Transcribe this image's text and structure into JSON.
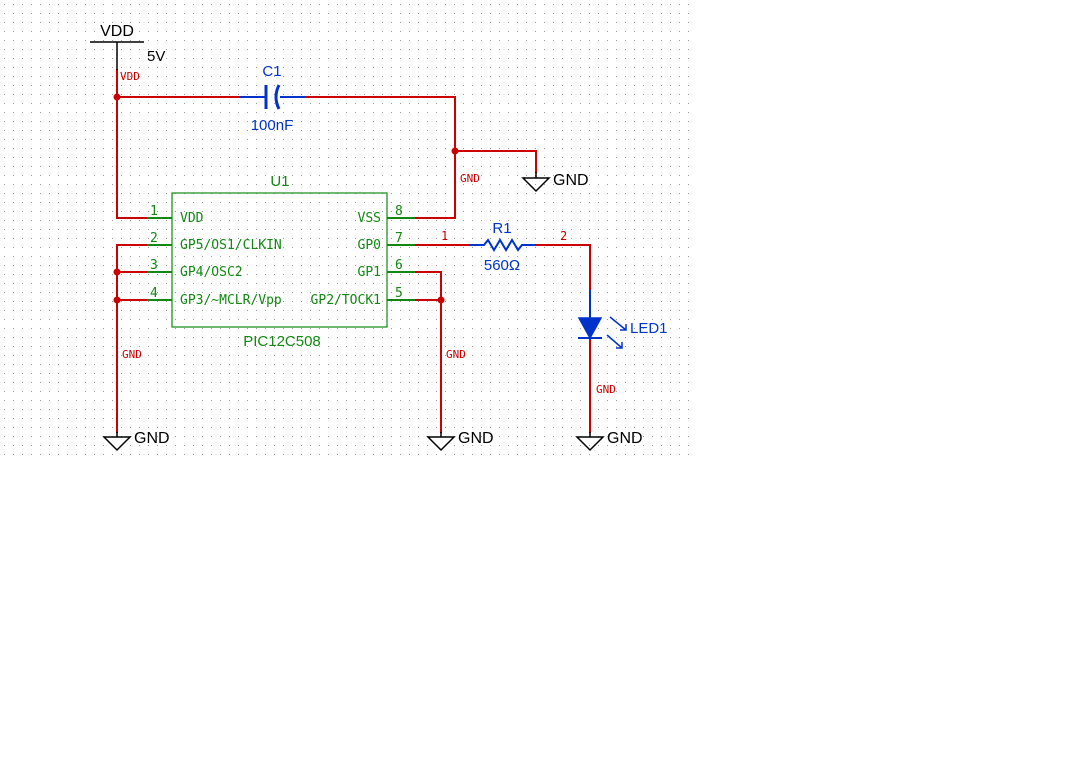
{
  "colors": {
    "wire": "#cc0000",
    "component": "#0033cc",
    "ic": "#118811",
    "symbol": "#000000",
    "grid_dot": "#9a9a9a",
    "junction": "#cc0000"
  },
  "power": {
    "vdd_symbol_label": "VDD",
    "vdd_value": "5V",
    "gnd_label": "GND"
  },
  "net_labels": {
    "vdd": "VDD",
    "gnd": "GND"
  },
  "capacitor": {
    "ref": "C1",
    "value": "100nF"
  },
  "resistor": {
    "ref": "R1",
    "value": "560Ω",
    "pin1": "1",
    "pin2": "2"
  },
  "led": {
    "ref": "LED1"
  },
  "ic": {
    "ref": "U1",
    "part": "PIC12C508",
    "pins": [
      {
        "num": "1",
        "name": "VDD"
      },
      {
        "num": "2",
        "name": "GP5/OS1/CLKIN"
      },
      {
        "num": "3",
        "name": "GP4/OSC2"
      },
      {
        "num": "4",
        "name": "GP3/~MCLR/Vpp"
      },
      {
        "num": "5",
        "name": "GP2/TOCK1"
      },
      {
        "num": "6",
        "name": "GP1"
      },
      {
        "num": "7",
        "name": "GP0"
      },
      {
        "num": "8",
        "name": "VSS"
      }
    ]
  }
}
